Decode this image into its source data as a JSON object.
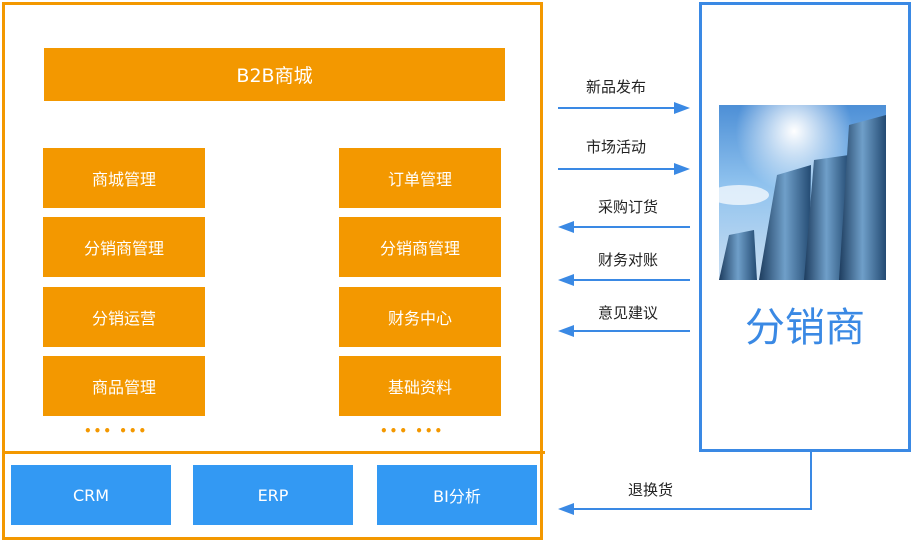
{
  "mall": {
    "title": "B2B商城",
    "left_modules": [
      "商城管理",
      "分销商管理",
      "分销运营",
      "商品管理"
    ],
    "right_modules": [
      "订单管理",
      "分销商管理",
      "财务中心",
      "基础资料"
    ],
    "ellipsis": "••• •••"
  },
  "systems": [
    "CRM",
    "ERP",
    "BI分析"
  ],
  "distributor": {
    "label": "分销商",
    "image_icon": "skyscraper-photo"
  },
  "flows": {
    "to_distributor": [
      "新品发布",
      "市场活动"
    ],
    "to_mall": [
      "采购订货",
      "财务对账",
      "意见建议"
    ],
    "return": "退换货"
  },
  "colors": {
    "orange": "#F39800",
    "blue": "#3399F3",
    "frame_blue": "#3A89E4"
  }
}
